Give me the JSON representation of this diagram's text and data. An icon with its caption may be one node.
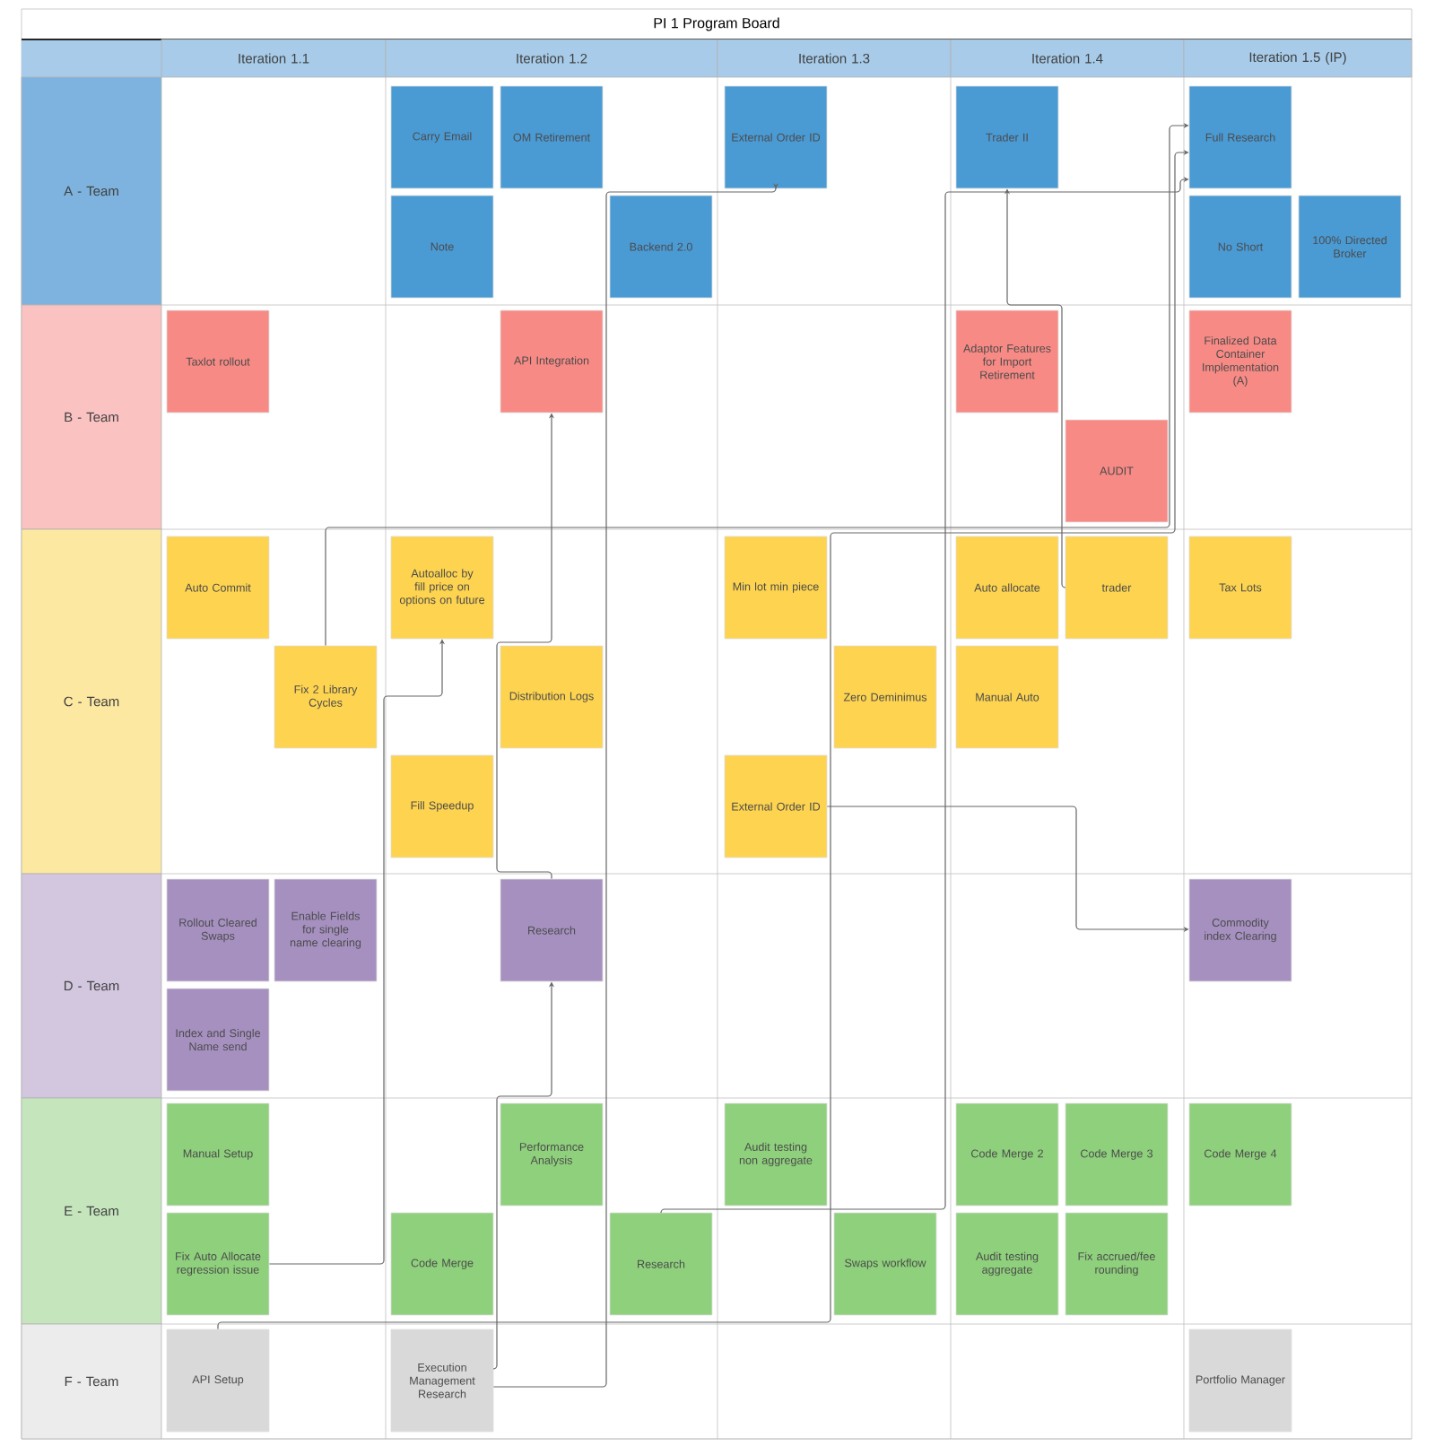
{
  "diagram": {
    "title": "PI 1 Program Board",
    "nodes": [
      {
        "text": [
          "Iteration 1.1"
        ]
      },
      {
        "text": [
          "Iteration 1.2"
        ]
      },
      {
        "text": [
          "Iteration 1.3"
        ]
      },
      {
        "text": [
          "Iteration 1.4"
        ]
      },
      {
        "text": [
          "Iteration 1.5 (IP)"
        ]
      },
      {
        "text": [
          "A - Team"
        ]
      },
      {
        "text": [
          "Carry Email"
        ]
      },
      {
        "text": [
          "OM Retirement"
        ]
      },
      {
        "text": [
          "External Order ID"
        ]
      },
      {
        "text": [
          "Trader II"
        ]
      },
      {
        "text": [
          "Full Research"
        ]
      },
      {
        "text": [
          "Note"
        ]
      },
      {
        "text": [
          "Backend 2.0"
        ]
      },
      {
        "text": [
          "No Short"
        ]
      },
      {
        "text": [
          "100% Directed Broker"
        ]
      },
      {
        "text": [
          "B - Team"
        ]
      },
      {
        "text": [
          "Taxlot rollout"
        ]
      },
      {
        "text": [
          "API Integration"
        ]
      },
      {
        "text": [
          "Adaptor Features for Import Retirement"
        ]
      },
      {
        "text": [
          "Finalized Data Container Implementation (A)"
        ]
      },
      {
        "text": [
          "AUDIT"
        ]
      },
      {
        "text": [
          "C - Team"
        ]
      },
      {
        "text": [
          "Auto Commit"
        ]
      },
      {
        "text": [
          "Autoalloc by fill price on options on future"
        ]
      },
      {
        "text": [
          "Min lot min piece"
        ]
      },
      {
        "text": [
          "Auto allocate"
        ]
      },
      {
        "text": [
          "trader"
        ]
      },
      {
        "text": [
          "Tax Lots"
        ]
      },
      {
        "text": [
          "Fix 2 Library Cycles"
        ]
      },
      {
        "text": [
          "Distribution Logs"
        ]
      },
      {
        "text": [
          "Zero Deminimus"
        ]
      },
      {
        "text": [
          "Manual Auto"
        ]
      },
      {
        "text": [
          "Fill Speedup"
        ]
      },
      {
        "text": [
          "External Order ID"
        ]
      },
      {
        "text": [
          "D - Team"
        ]
      },
      {
        "text": [
          "Rollout Cleared Swaps"
        ]
      },
      {
        "text": [
          "Enable Fields for single name clearing"
        ]
      },
      {
        "text": [
          "Research"
        ]
      },
      {
        "text": [
          "Commodity index Clearing"
        ]
      },
      {
        "text": [
          "Index and Single Name send"
        ]
      },
      {
        "text": [
          "E - Team"
        ]
      },
      {
        "text": [
          "Manual Setup"
        ]
      },
      {
        "text": [
          "Performance Analysis"
        ]
      },
      {
        "text": [
          "Audit testing non aggregate"
        ]
      },
      {
        "text": [
          "Code Merge 2"
        ]
      },
      {
        "text": [
          "Code Merge 3"
        ]
      },
      {
        "text": [
          "Code Merge 4"
        ]
      },
      {
        "text": [
          "Fix Auto Allocate regression issue"
        ]
      },
      {
        "text": [
          "Code Merge"
        ]
      },
      {
        "text": [
          "Research"
        ]
      },
      {
        "text": [
          "Swaps workflow"
        ]
      },
      {
        "text": [
          "Audit testing aggregate"
        ]
      },
      {
        "text": [
          "Fix accrued/fee rounding"
        ]
      },
      {
        "text": [
          "F - Team"
        ]
      },
      {
        "text": [
          "API Setup"
        ]
      },
      {
        "text": [
          "Execution Management Research"
        ]
      },
      {
        "text": [
          "Portfolio Manager"
        ]
      }
    ],
    "edges": [
      {
        "from": 28,
        "to": 10,
        "arrow": "to"
      },
      {
        "from": 54,
        "to": 10,
        "arrow": "to"
      },
      {
        "from": 55,
        "to": 8,
        "arrow": "to"
      },
      {
        "from": 49,
        "to": 10,
        "arrow": "to"
      },
      {
        "from": 37,
        "to": 17,
        "arrow": "to"
      },
      {
        "from": 55,
        "to": 37,
        "arrow": "to"
      },
      {
        "from": 47,
        "to": 23,
        "arrow": "to"
      },
      {
        "from": 26,
        "to": 9,
        "arrow": "to"
      },
      {
        "from": 33,
        "to": 38,
        "arrow": "to"
      }
    ]
  }
}
